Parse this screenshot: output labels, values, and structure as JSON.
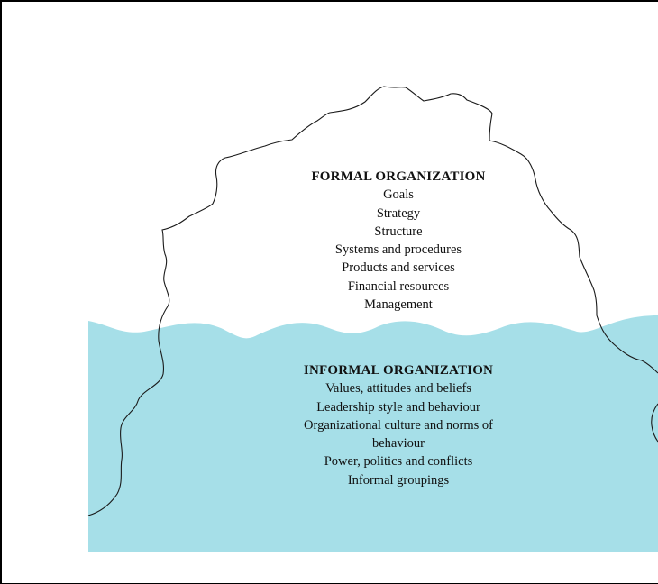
{
  "colors": {
    "water": "#a6dfe8",
    "outline": "#1a1a1a",
    "background": "#ffffff"
  },
  "formal": {
    "heading": "FORMAL ORGANIZATION",
    "items": [
      "Goals",
      "Strategy",
      "Structure",
      "Systems and procedures",
      "Products and services",
      "Financial resources",
      "Management"
    ]
  },
  "informal": {
    "heading": "INFORMAL ORGANIZATION",
    "items": [
      "Values, attitudes and beliefs",
      "Leadership style and behaviour",
      "Organizational culture and norms of",
      "behaviour",
      "Power, politics and conflicts",
      "Informal groupings"
    ]
  }
}
